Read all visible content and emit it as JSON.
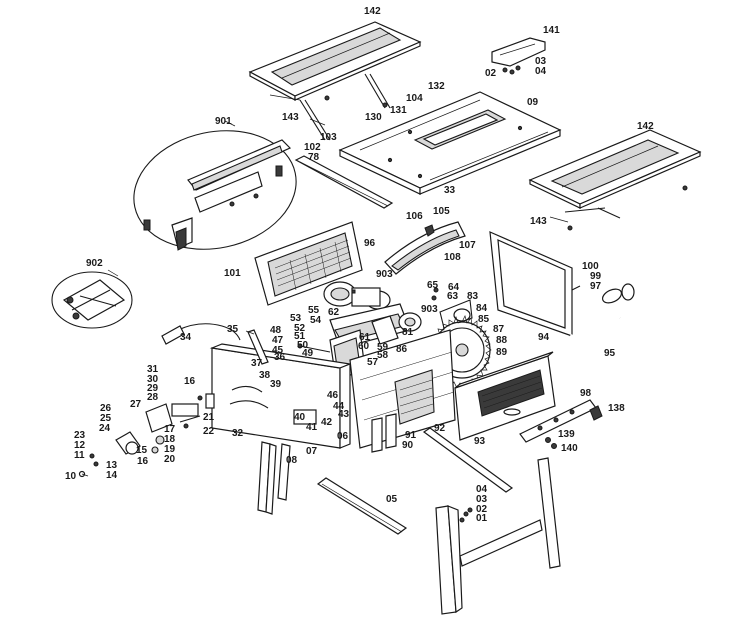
{
  "labels": [
    "142",
    "141",
    "02",
    "03",
    "04",
    "143",
    "131",
    "104",
    "132",
    "09",
    "130",
    "103",
    "102",
    "78",
    "142",
    "901",
    "33",
    "143",
    "106",
    "105",
    "107",
    "108",
    "96",
    "902",
    "101",
    "903",
    "65",
    "64",
    "63",
    "83",
    "84",
    "85",
    "87",
    "88",
    "89",
    "100",
    "99",
    "97",
    "94",
    "95",
    "35",
    "34",
    "48",
    "47",
    "45",
    "53",
    "55",
    "54",
    "52",
    "51",
    "50",
    "62",
    "61",
    "60",
    "59",
    "58",
    "57",
    "86",
    "903",
    "81",
    "49",
    "37",
    "36",
    "38",
    "39",
    "31",
    "30",
    "29",
    "28",
    "16",
    "46",
    "44",
    "43",
    "42",
    "41",
    "40",
    "27",
    "26",
    "25",
    "24",
    "23",
    "12",
    "11",
    "10",
    "13",
    "14",
    "15",
    "16",
    "17",
    "18",
    "19",
    "20",
    "21",
    "22",
    "32",
    "06",
    "07",
    "08",
    "91",
    "90",
    "92",
    "93",
    "98",
    "138",
    "139",
    "140",
    "05",
    "04",
    "03",
    "02",
    "01"
  ]
}
